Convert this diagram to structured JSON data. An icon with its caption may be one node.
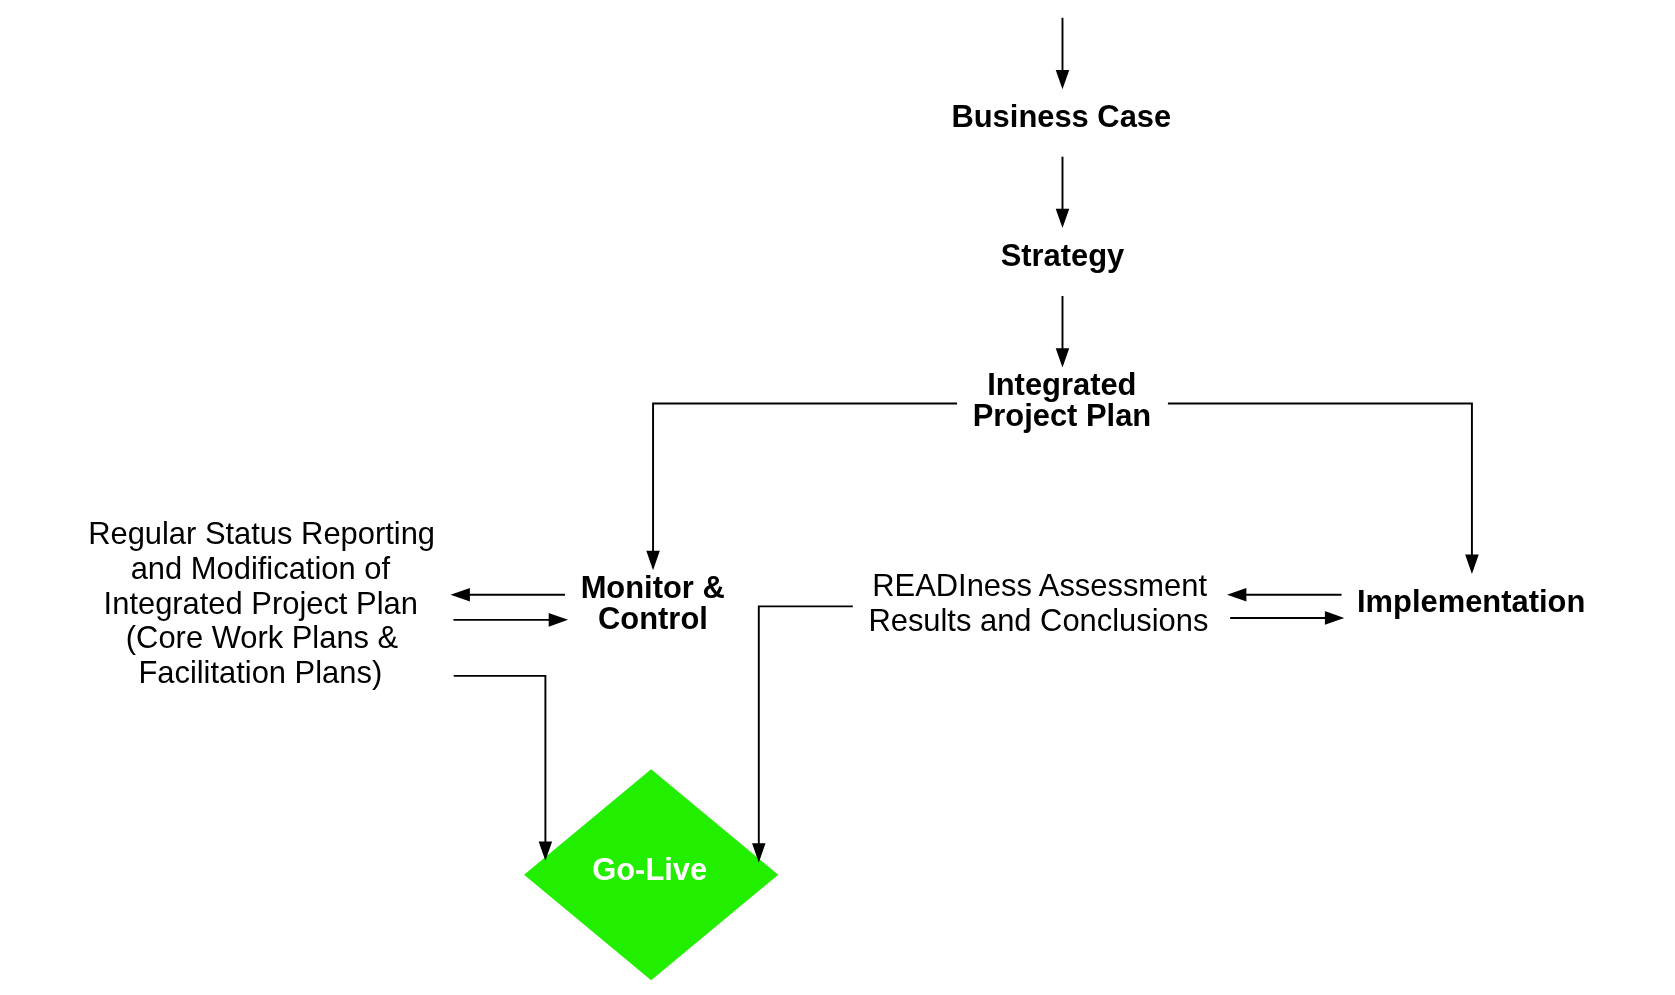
{
  "diagram": {
    "nodes": [
      {
        "text": [
          "Business Case"
        ]
      },
      {
        "text": [
          "Strategy"
        ]
      },
      {
        "text": [
          "Integrated Project Plan"
        ]
      },
      {
        "text": [
          "Monitor & Control"
        ]
      },
      {
        "text": [
          "Regular Status Reporting and Modification of Integrated Project Plan (Core Work Plans & Facilitation Plans)"
        ]
      },
      {
        "text": [
          "Implementation"
        ]
      },
      {
        "text": [
          "READIness Assessment Results and Conclusions"
        ]
      },
      {
        "text": [
          "Go-Live"
        ]
      }
    ],
    "edges": [
      {
        "from": null,
        "to": 0,
        "arrow": "to"
      },
      {
        "from": 0,
        "to": 1,
        "arrow": "to"
      },
      {
        "from": 1,
        "to": 2,
        "arrow": "to"
      },
      {
        "from": 2,
        "to": 3,
        "arrow": "to"
      },
      {
        "from": 2,
        "to": 5,
        "arrow": "to"
      },
      {
        "from": 4,
        "to": 3,
        "arrow": "to"
      },
      {
        "from": 3,
        "to": 4,
        "arrow": "to"
      },
      {
        "from": 6,
        "to": 5,
        "arrow": "to"
      },
      {
        "from": 5,
        "to": 6,
        "arrow": "to"
      },
      {
        "from": 4,
        "to": 7,
        "arrow": "to"
      },
      {
        "from": 6,
        "to": 7,
        "arrow": "to"
      }
    ]
  }
}
